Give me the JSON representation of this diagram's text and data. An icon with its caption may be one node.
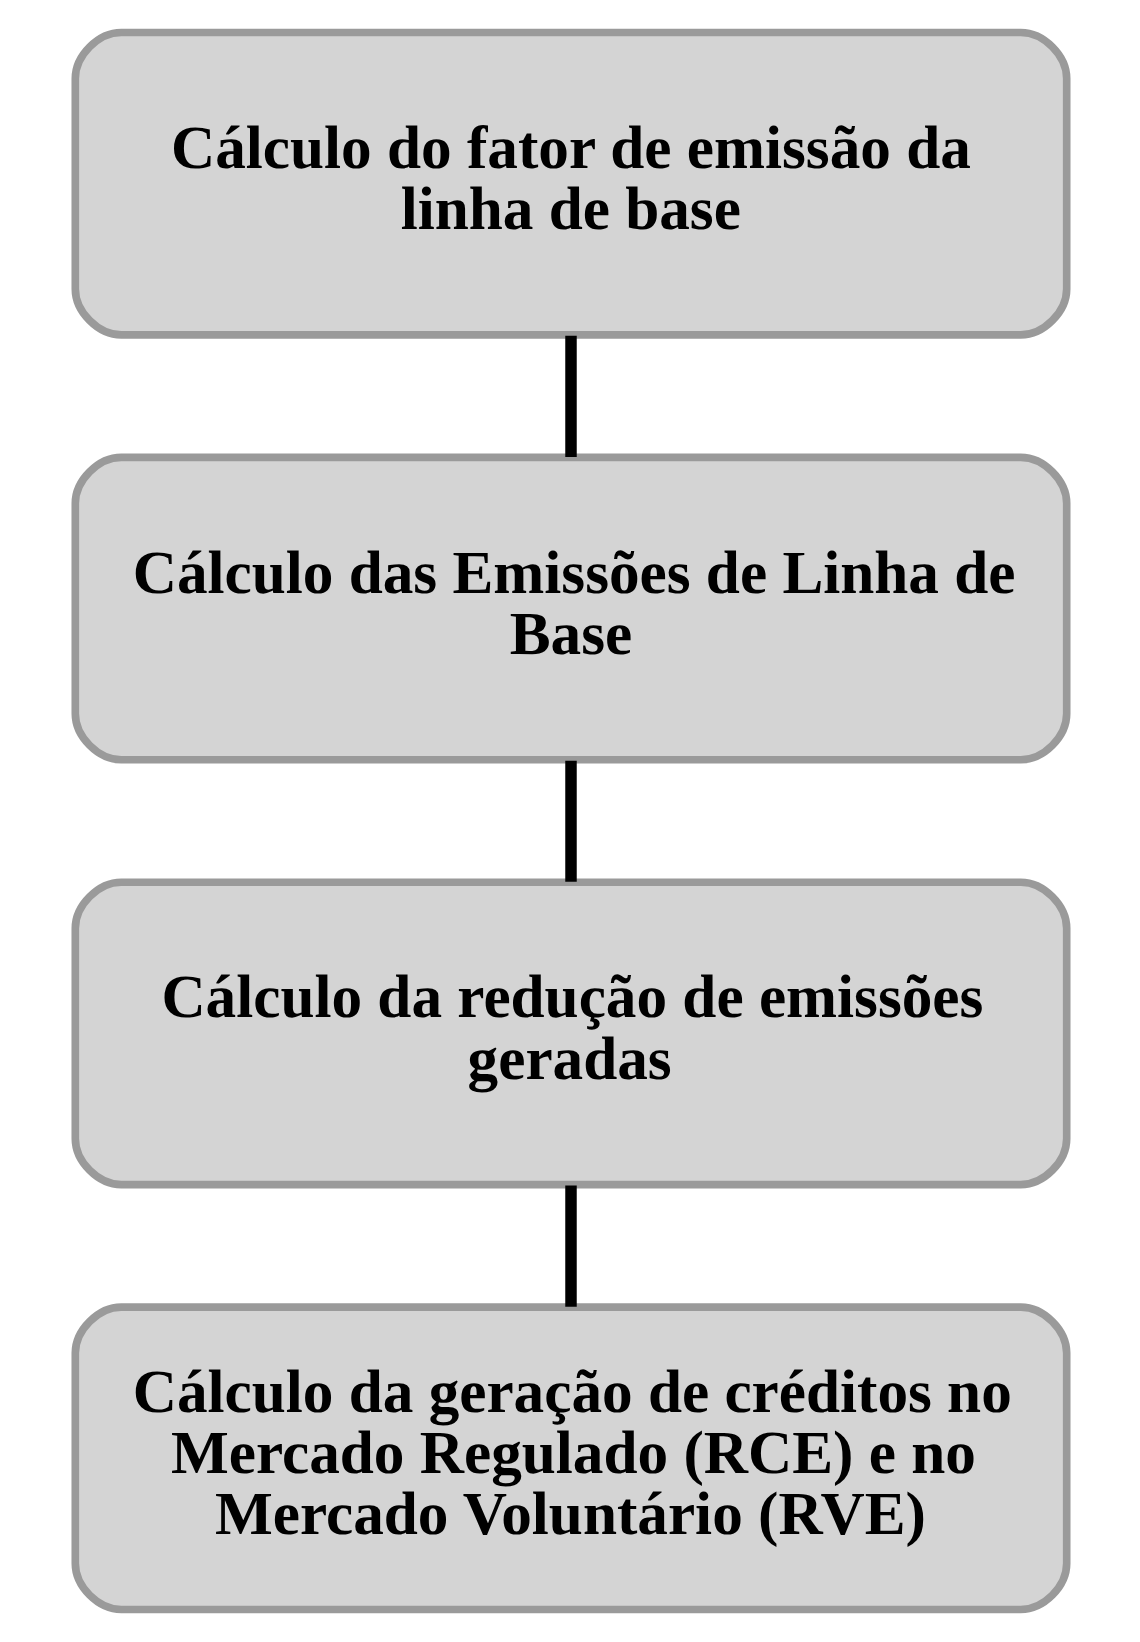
{
  "diagram": {
    "nodes": [
      {
        "text": [
          "Cálculo do fator de emissão da linha de base"
        ]
      },
      {
        "text": [
          "Cálculo das Emissões de Linha de Base"
        ]
      },
      {
        "text": [
          "Cálculo da redução de emissões geradas"
        ]
      },
      {
        "text": [
          "Cálculo da geração de créditos no Mercado Regulado (RCE) e no Mercado Voluntário (RVE)"
        ]
      }
    ],
    "edges": [
      {
        "from": 0,
        "to": 1,
        "arrow": "none"
      },
      {
        "from": 1,
        "to": 2,
        "arrow": "none"
      },
      {
        "from": 2,
        "to": 3,
        "arrow": "none"
      }
    ]
  }
}
